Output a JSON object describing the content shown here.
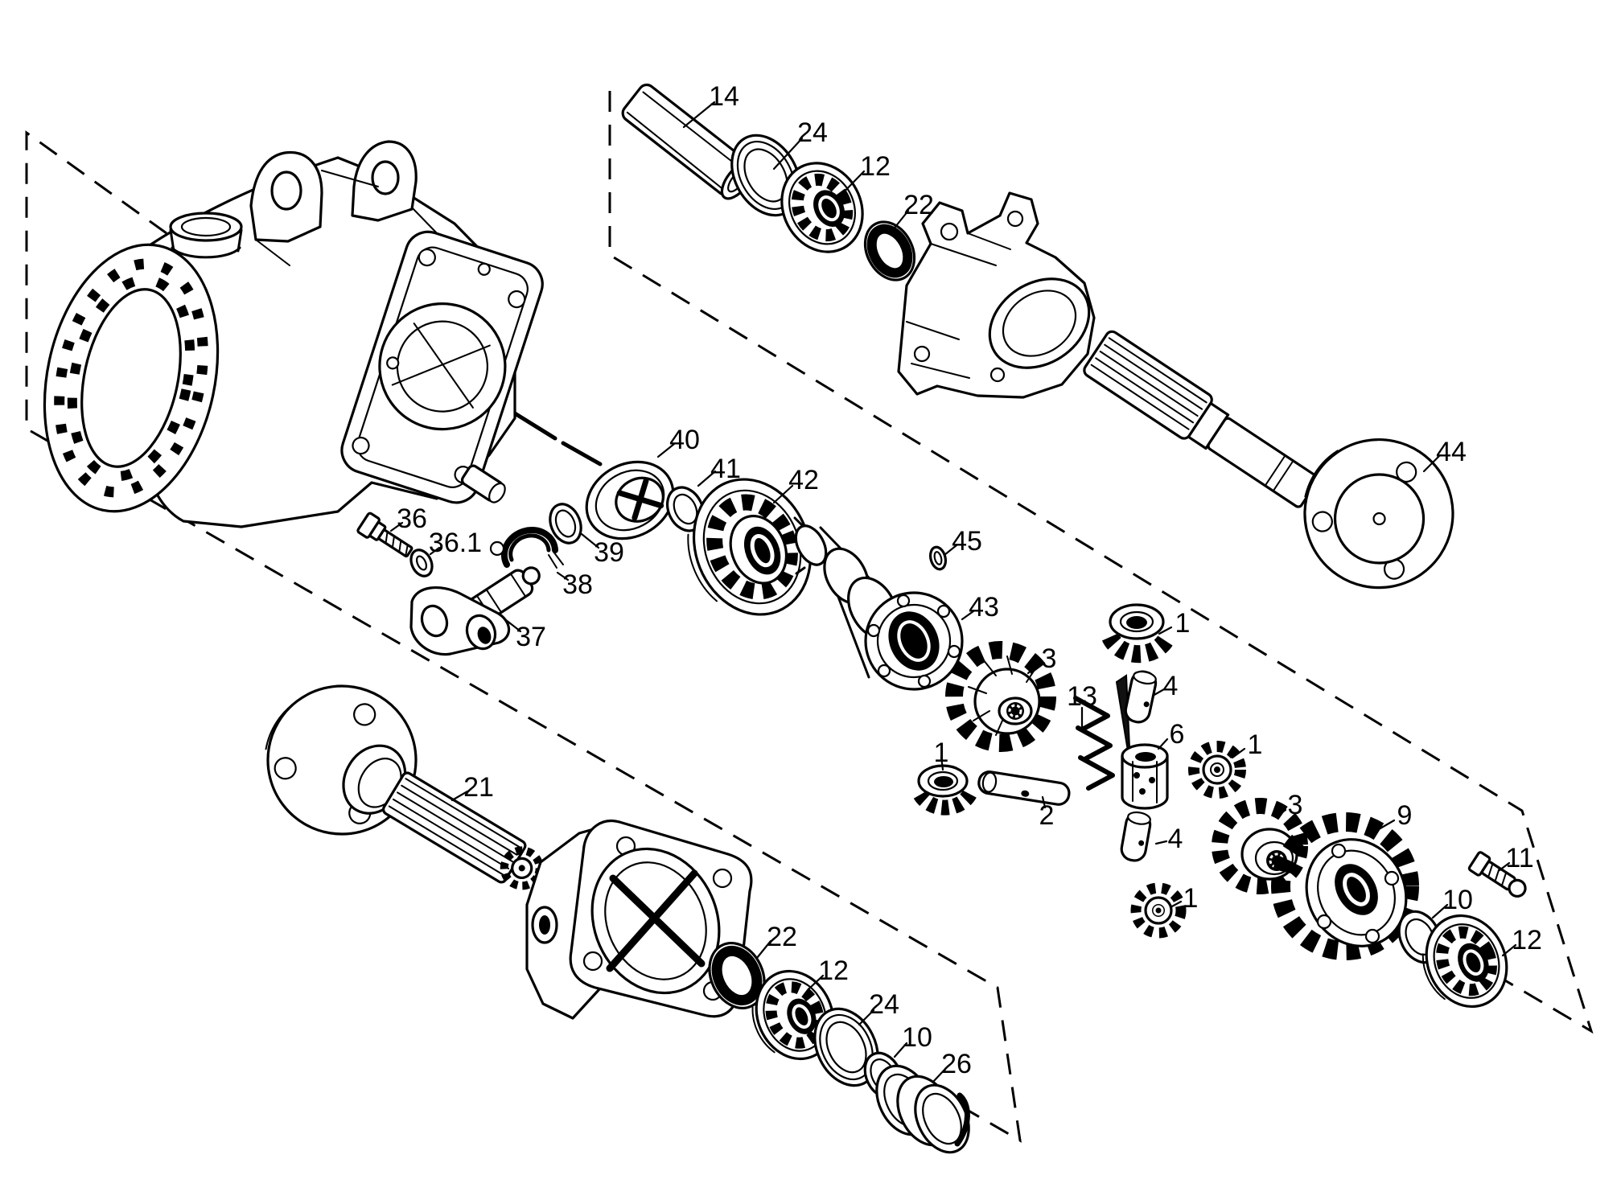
{
  "figure": {
    "kind": "exploded-parts-diagram",
    "background": "#ffffff",
    "ink": "#000000"
  },
  "labels": [
    "14",
    "24",
    "12",
    "22",
    "44",
    "40",
    "41",
    "42",
    "45",
    "43",
    "3",
    "13",
    "1",
    "4",
    "6",
    "1",
    "1",
    "2",
    "4",
    "1",
    "3",
    "9",
    "10",
    "11",
    "12",
    "36",
    "36.1",
    "38",
    "39",
    "37",
    "21",
    "22",
    "12",
    "24",
    "10",
    "26"
  ],
  "part_numbers_visible": [
    "1",
    "2",
    "3",
    "4",
    "6",
    "9",
    "10",
    "11",
    "12",
    "13",
    "14",
    "21",
    "22",
    "24",
    "26",
    "36",
    "36.1",
    "37",
    "38",
    "39",
    "40",
    "41",
    "42",
    "43",
    "44",
    "45"
  ]
}
